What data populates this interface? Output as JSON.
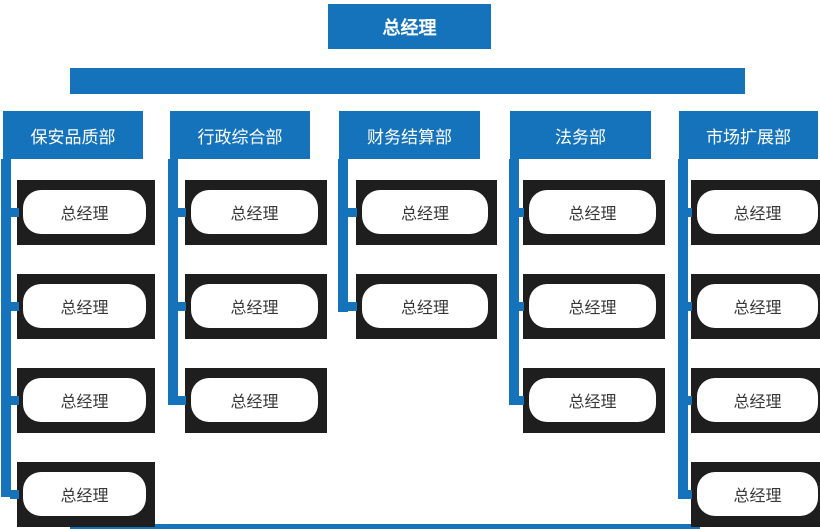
{
  "root": {
    "label": "总经理"
  },
  "departments": [
    {
      "name": "保安品质部",
      "children": [
        "总经理",
        "总经理",
        "总经理",
        "总经理"
      ]
    },
    {
      "name": "行政综合部",
      "children": [
        "总经理",
        "总经理",
        "总经理"
      ]
    },
    {
      "name": "财务结算部",
      "children": [
        "总经理",
        "总经理"
      ]
    },
    {
      "name": "法务部",
      "children": [
        "总经理",
        "总经理",
        "总经理"
      ]
    },
    {
      "name": "市场扩展部",
      "children": [
        "总经理",
        "总经理",
        "总经理",
        "总经理"
      ]
    }
  ],
  "colors": {
    "accent_blue": "#1573bc",
    "node_dark": "#1e1e1e",
    "node_pill_background": "#ffffff",
    "pill_text": "#383838",
    "header_text": "#ffffff",
    "background": "#ffffff"
  }
}
